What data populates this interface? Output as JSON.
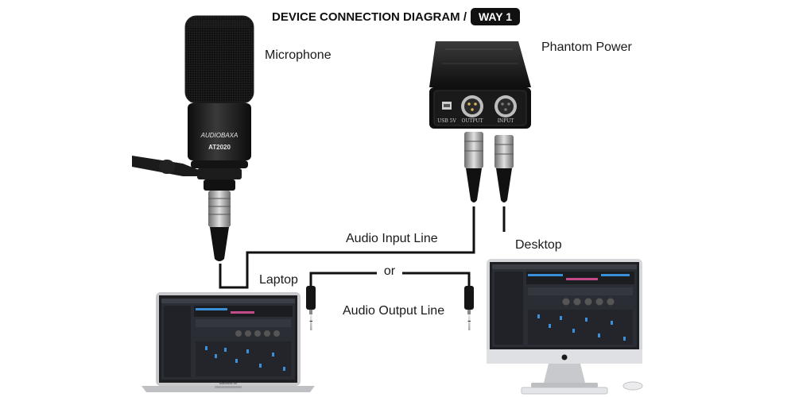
{
  "title": {
    "text": "DEVICE CONNECTION DIAGRAM /",
    "badge": "WAY 1"
  },
  "labels": {
    "microphone": "Microphone",
    "phantom_power": "Phantom Power",
    "desktop": "Desktop",
    "laptop": "Laptop",
    "audio_input_line": "Audio Input Line",
    "or": "or",
    "audio_output_line": "Audio Output Line"
  },
  "microphone_body": {
    "brand": "AUDIOBAXA",
    "model": "AT2020"
  },
  "phantom_panel": {
    "usb": "USB 5V",
    "output": "OUTPUT",
    "input": "INPUT"
  },
  "laptop_caption": "MacBook Air",
  "colors": {
    "badge": "#111111",
    "device_black": "#161616",
    "cable": "#111111",
    "screen_bg": "#2a2d33",
    "accent_blue": "#3b8fd9"
  }
}
